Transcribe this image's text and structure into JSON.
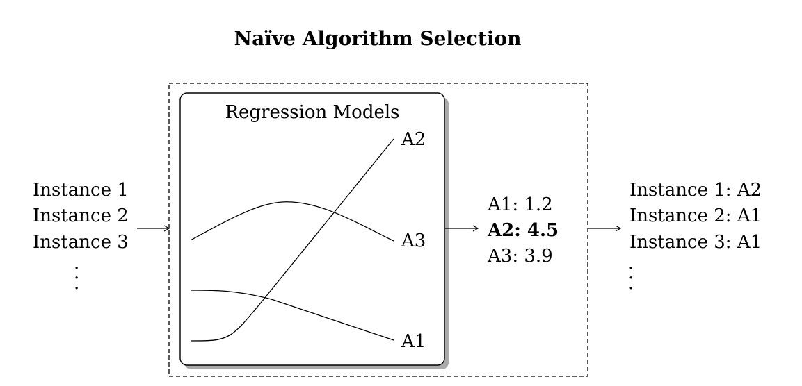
{
  "title": "Naïve Algorithm Selection",
  "inputs": {
    "items": [
      "Instance 1",
      "Instance 2",
      "Instance 3"
    ],
    "more": "⋮"
  },
  "model_box": {
    "title": "Regression Models",
    "curves": [
      "A2",
      "A3",
      "A1"
    ]
  },
  "scores": {
    "items": [
      "A1:  1.2",
      "A2:  4.5",
      "A3:  3.9"
    ],
    "best_index": 1
  },
  "outputs": {
    "items": [
      "Instance 1:  A2",
      "Instance 2:  A1",
      "Instance 3:  A1"
    ],
    "more": "⋮"
  }
}
